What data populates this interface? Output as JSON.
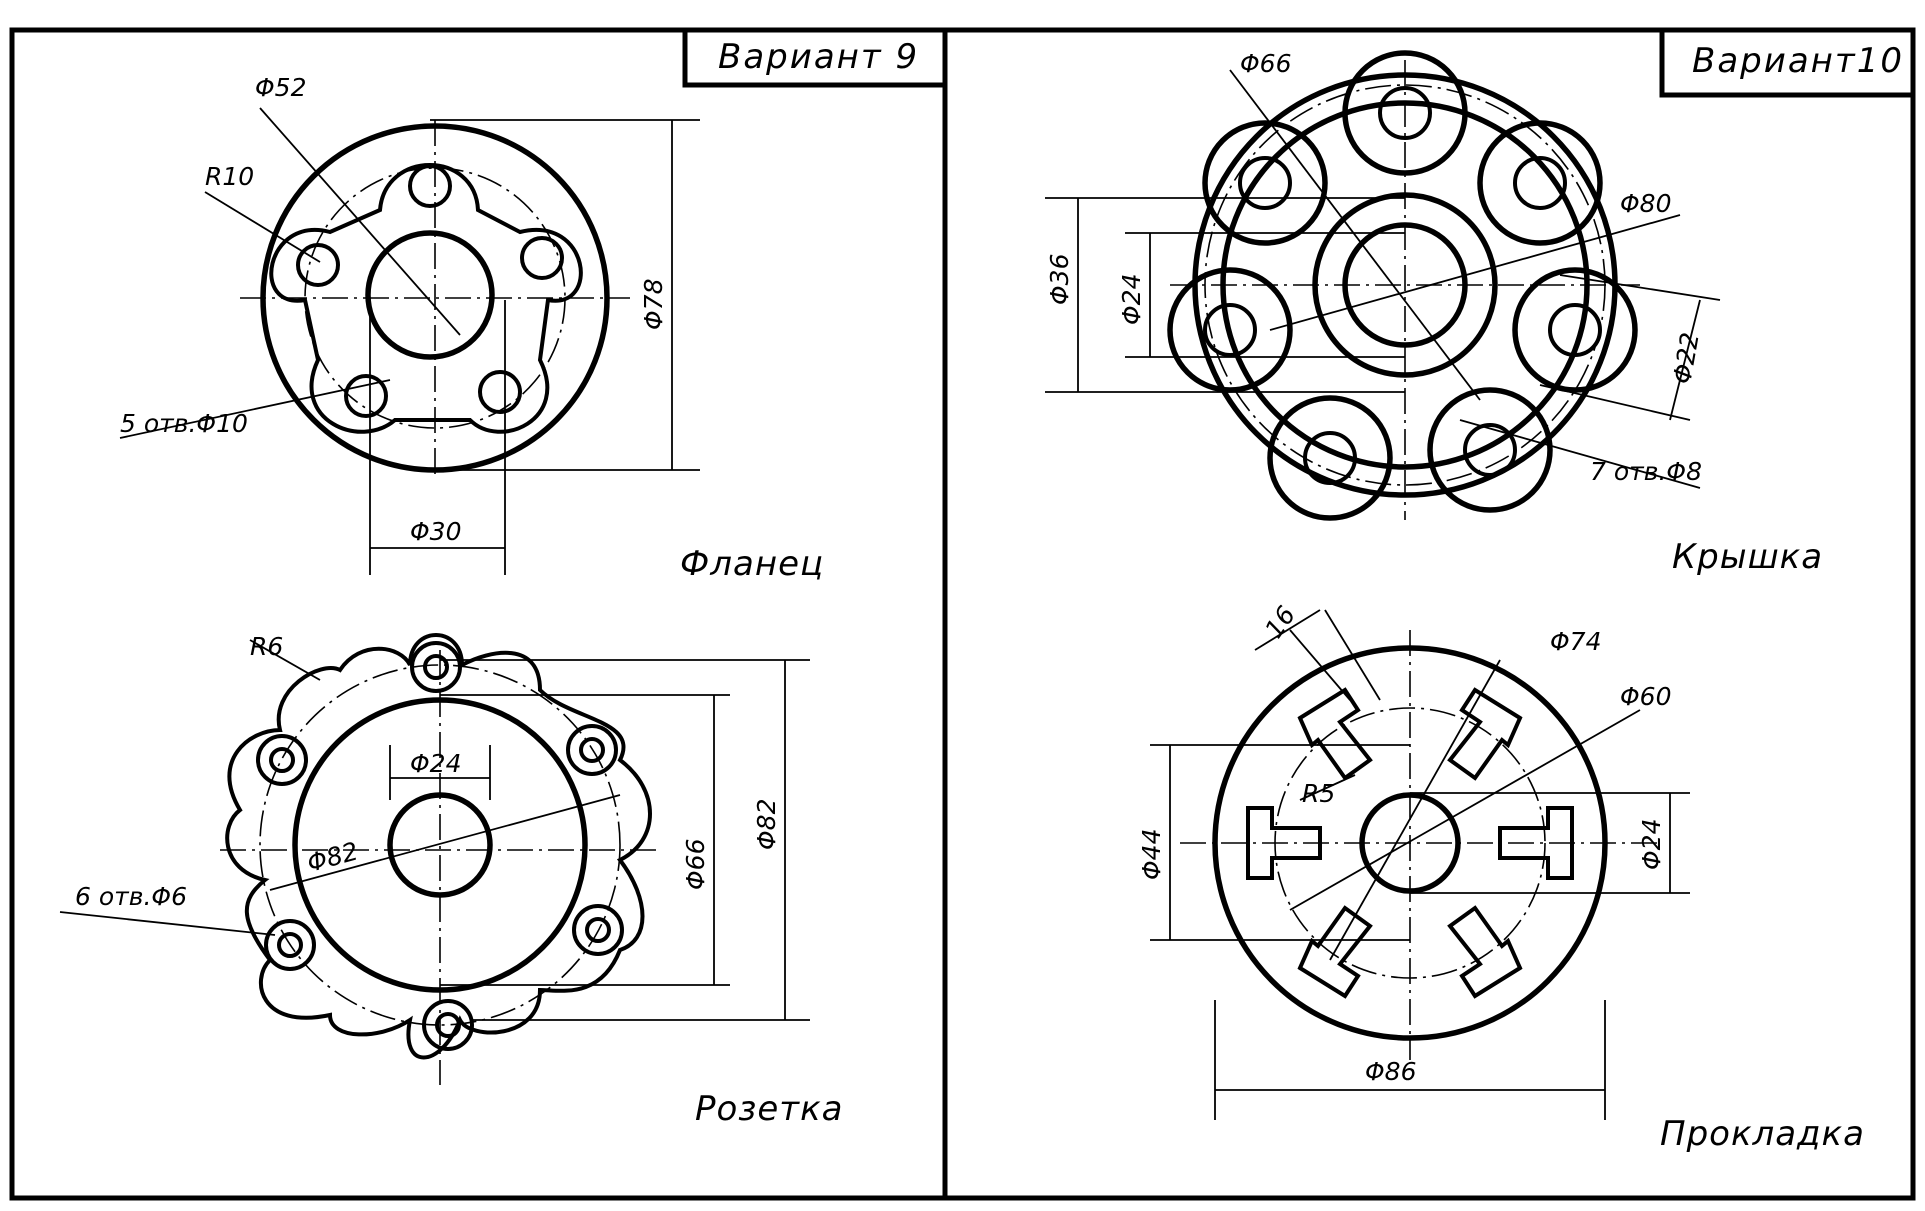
{
  "panels": {
    "left": {
      "variant": "Вариант  9"
    },
    "right": {
      "variant": "Вариант10"
    }
  },
  "parts": {
    "flanets": {
      "name": "Фланец",
      "dims": {
        "d52": "Φ52",
        "r10": "R10",
        "d78": "Φ78",
        "holes": "5 отв.Φ10",
        "d30": "Φ30"
      }
    },
    "rozetka": {
      "name": "Розетка",
      "dims": {
        "r6": "R6",
        "d24": "Φ24",
        "d82a": "Φ82",
        "d66": "Φ66",
        "d82b": "Φ82",
        "holes": "6 отв.Φ6"
      }
    },
    "kryshka": {
      "name": "Крышка",
      "dims": {
        "d66": "Φ66",
        "d36": "Φ36",
        "d24": "Φ24",
        "d80": "Φ80",
        "d22": "Φ22",
        "holes": "7 отв.Φ8"
      }
    },
    "prokladka": {
      "name": "Прокладка",
      "dims": {
        "w16": "16",
        "d74": "Φ74",
        "d60": "Φ60",
        "r5": "R5",
        "d44": "Φ44",
        "d24": "Φ24",
        "d86": "Φ86"
      }
    }
  }
}
